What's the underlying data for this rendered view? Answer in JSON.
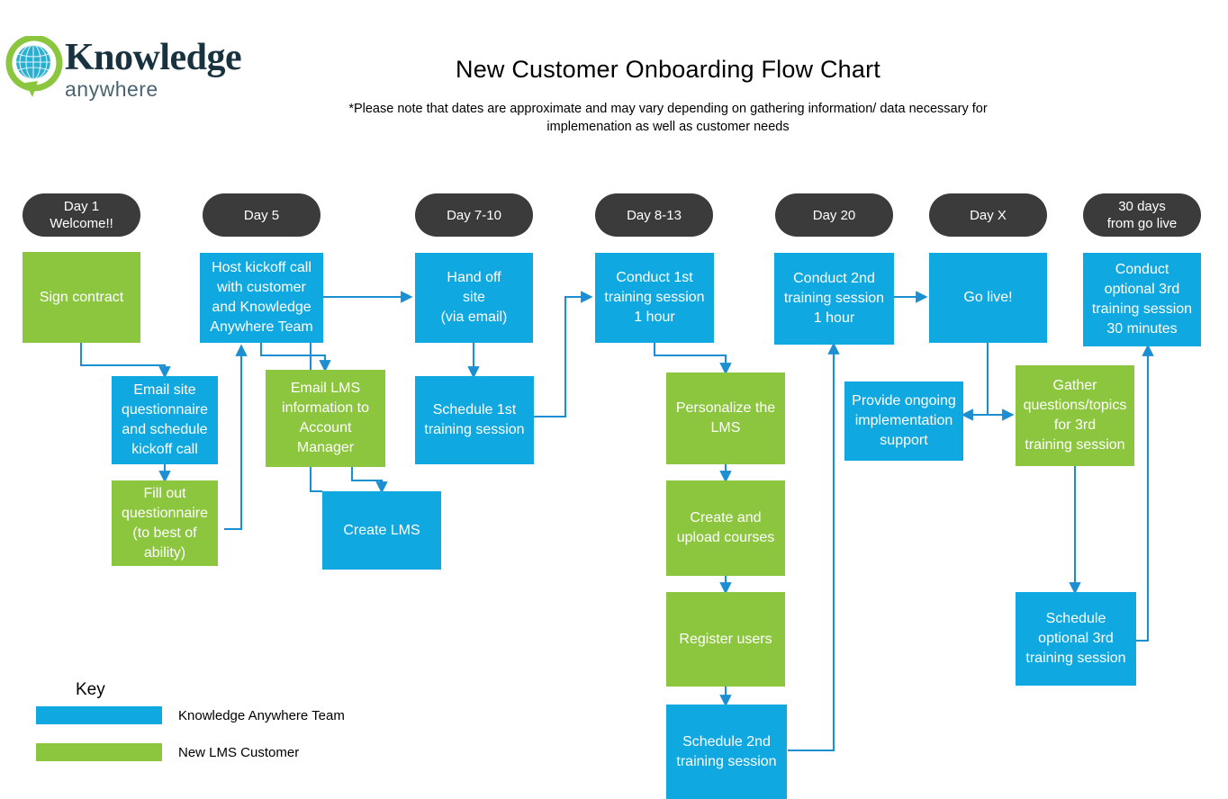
{
  "brand": {
    "logo_word": "Knowledge",
    "logo_sub": "anywhere",
    "icon": "globe-speech-bubble-icon"
  },
  "header": {
    "title": "New Customer Onboarding Flow Chart",
    "subtitle": "*Please note that dates are approximate and may vary depending on gathering information/ data necessary for implemenation as well as customer needs"
  },
  "colors": {
    "knowledge_anywhere_team": "#0FA8E0",
    "new_lms_customer": "#8CC63F",
    "phase_pill": "#3B3B3B",
    "connector": "#1B8FD1"
  },
  "phases": [
    {
      "id": "day1",
      "label": "Day 1\nWelcome!!"
    },
    {
      "id": "day5",
      "label": "Day 5"
    },
    {
      "id": "day710",
      "label": "Day 7-10"
    },
    {
      "id": "day813",
      "label": "Day 8-13"
    },
    {
      "id": "day20",
      "label": "Day 20"
    },
    {
      "id": "dayx",
      "label": "Day X"
    },
    {
      "id": "day30",
      "label": "30 days\nfrom go live"
    }
  ],
  "steps": [
    {
      "id": "sign-contract",
      "label": "Sign contract",
      "owner": "customer"
    },
    {
      "id": "email-site-quest",
      "label": "Email site\nquestionnaire\nand schedule\nkickoff call",
      "owner": "team"
    },
    {
      "id": "fill-out-quest",
      "label": "Fill out\nquestionnaire\n(to best of ability)",
      "owner": "customer"
    },
    {
      "id": "host-kickoff-call",
      "label": "Host kickoff call\nwith customer\nand Knowledge\nAnywhere Team",
      "owner": "team"
    },
    {
      "id": "email-lms-info",
      "label": "Email LMS\ninformation to\nAccount Manager",
      "owner": "customer"
    },
    {
      "id": "create-lms",
      "label": "Create LMS",
      "owner": "team"
    },
    {
      "id": "hand-off-site",
      "label": "Hand off\nsite\n(via email)",
      "owner": "team"
    },
    {
      "id": "schedule-1st-training",
      "label": "Schedule 1st\ntraining session",
      "owner": "team"
    },
    {
      "id": "conduct-1st-training",
      "label": "Conduct 1st\ntraining session\n1 hour",
      "owner": "team"
    },
    {
      "id": "personalize-lms",
      "label": "Personalize the\nLMS",
      "owner": "customer"
    },
    {
      "id": "create-upload-courses",
      "label": "Create and\nupload courses",
      "owner": "customer"
    },
    {
      "id": "register-users",
      "label": "Register users",
      "owner": "customer"
    },
    {
      "id": "schedule-2nd-training",
      "label": "Schedule 2nd\ntraining session",
      "owner": "team"
    },
    {
      "id": "conduct-2nd-training",
      "label": "Conduct 2nd\ntraining session\n1 hour",
      "owner": "team"
    },
    {
      "id": "go-live",
      "label": "Go live!",
      "owner": "team"
    },
    {
      "id": "ongoing-support",
      "label": "Provide ongoing\nimplementation\nsupport",
      "owner": "team"
    },
    {
      "id": "gather-questions",
      "label": "Gather\nquestions/topics\nfor 3rd\ntraining session",
      "owner": "customer"
    },
    {
      "id": "schedule-3rd-training",
      "label": "Schedule\noptional 3rd\ntraining session",
      "owner": "team"
    },
    {
      "id": "conduct-3rd-training",
      "label": "Conduct\noptional 3rd\ntraining session\n30 minutes",
      "owner": "team"
    }
  ],
  "key": {
    "title": "Key",
    "entries": [
      {
        "id": "key-team",
        "label": "Knowledge Anywhere Team"
      },
      {
        "id": "key-customer",
        "label": "New LMS Customer"
      }
    ]
  }
}
